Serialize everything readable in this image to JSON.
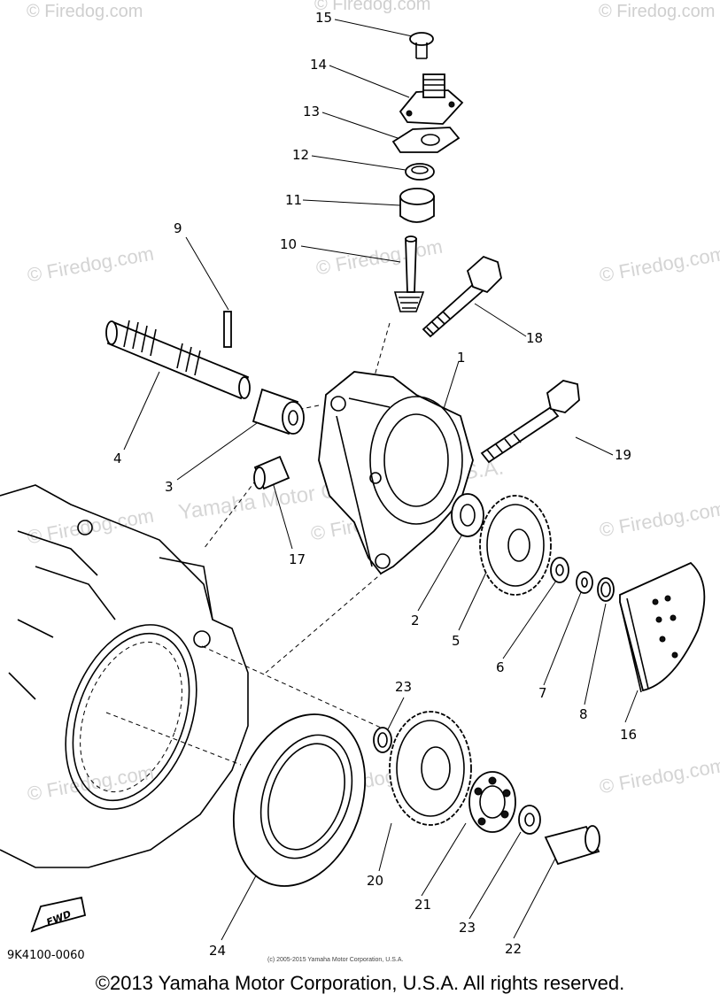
{
  "watermarks": {
    "text": "© Firedog.com",
    "center_text": "Yamaha Motor Corporation, U.S.A."
  },
  "callouts": [
    {
      "id": "15",
      "text": "15"
    },
    {
      "id": "14",
      "text": "14"
    },
    {
      "id": "13",
      "text": "13"
    },
    {
      "id": "12",
      "text": "12"
    },
    {
      "id": "11",
      "text": "11"
    },
    {
      "id": "10",
      "text": "10"
    },
    {
      "id": "9",
      "text": "9"
    },
    {
      "id": "18",
      "text": "18"
    },
    {
      "id": "1",
      "text": "1"
    },
    {
      "id": "4",
      "text": "4"
    },
    {
      "id": "3",
      "text": "3"
    },
    {
      "id": "19",
      "text": "19"
    },
    {
      "id": "17",
      "text": "17"
    },
    {
      "id": "2",
      "text": "2"
    },
    {
      "id": "5",
      "text": "5"
    },
    {
      "id": "6",
      "text": "6"
    },
    {
      "id": "7",
      "text": "7"
    },
    {
      "id": "8",
      "text": "8"
    },
    {
      "id": "16",
      "text": "16"
    },
    {
      "id": "23a",
      "text": "23"
    },
    {
      "id": "20",
      "text": "20"
    },
    {
      "id": "21",
      "text": "21"
    },
    {
      "id": "23b",
      "text": "23"
    },
    {
      "id": "22",
      "text": "22"
    },
    {
      "id": "24",
      "text": "24"
    }
  ],
  "fwd_label": "FWD",
  "part_code": "9K4100-0060",
  "small_copyright": "(c) 2005-2015 Yamaha Motor Corporation, U.S.A.",
  "footer": "©2013 Yamaha Motor Corporation, U.S.A. All rights reserved."
}
